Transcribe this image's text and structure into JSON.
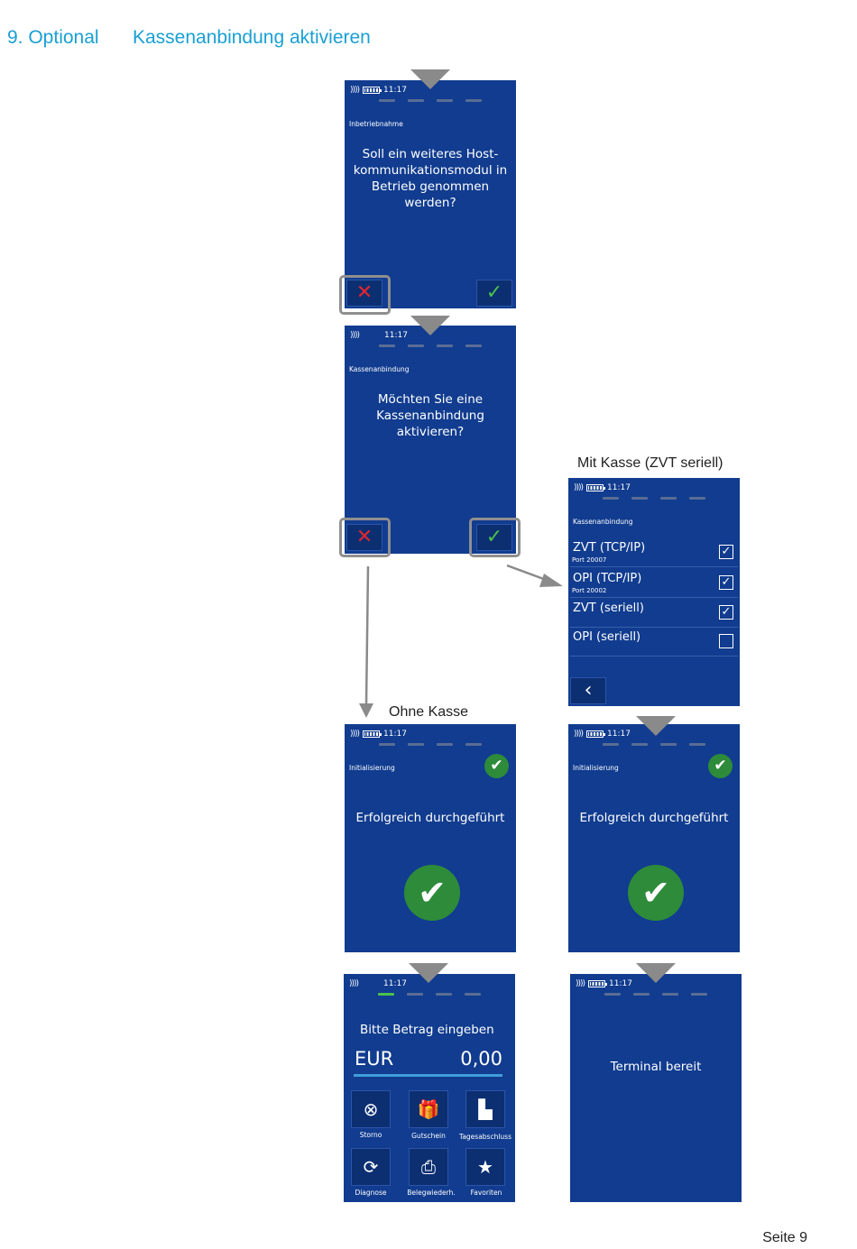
{
  "heading": {
    "number": "9. Optional",
    "title": "Kassenanbindung aktivieren"
  },
  "captions": {
    "mit_kasse": "Mit Kasse (ZVT seriell)",
    "ohne_kasse": "Ohne Kasse"
  },
  "footer": {
    "page": "Seite 9"
  },
  "colors": {
    "screen_bg": "#113c8f",
    "accent_blue": "#1a9fd4",
    "check_green": "#2e8b3a",
    "cancel_red": "#e0262f"
  },
  "screens": {
    "host": {
      "time": "11:17",
      "label": "Inbetriebnahme",
      "question": "Soll ein weiteres Host- kommunikationsmodul in Betrieb genommen werden?",
      "cancel_icon": "✕",
      "ok_icon": "✓"
    },
    "kasse_question": {
      "time": "11:17",
      "label": "Kassenanbindung",
      "question": "Möchten Sie eine Kassenanbindung aktivieren?",
      "cancel_icon": "✕",
      "ok_icon": "✓"
    },
    "kasse_options": {
      "time": "11:17",
      "label": "Kassenanbindung",
      "options": [
        {
          "title": "ZVT (TCP/IP)",
          "sub": "Port 20007",
          "check": "✓"
        },
        {
          "title": "OPI (TCP/IP)",
          "sub": "Port 20002",
          "check": "✓"
        },
        {
          "title": "ZVT (seriell)",
          "sub": "",
          "check": "✓"
        },
        {
          "title": "OPI (seriell)",
          "sub": "",
          "check": ""
        }
      ],
      "back_icon": "‹"
    },
    "init_left": {
      "time": "11:17",
      "label": "Initialisierung",
      "message": "Erfolgreich durchgeführt",
      "check": "✔"
    },
    "init_right": {
      "time": "11:17",
      "label": "Initialisierung",
      "message": "Erfolgreich durchgeführt",
      "check": "✔"
    },
    "amount": {
      "time": "11:17",
      "prompt": "Bitte Betrag eingeben",
      "currency": "EUR",
      "value": "0,00",
      "tiles": [
        {
          "label": "Storno",
          "icon": "⊗"
        },
        {
          "label": "Gutschein",
          "icon": "🎁"
        },
        {
          "label": "Tagesabschluss",
          "icon": "▙"
        },
        {
          "label": "Diagnose",
          "icon": "⟳"
        },
        {
          "label": "Belegwiederh.",
          "icon": "⎙"
        },
        {
          "label": "Favoriten",
          "icon": "★"
        }
      ]
    },
    "ready": {
      "time": "11:17",
      "message": "Terminal bereit"
    }
  }
}
